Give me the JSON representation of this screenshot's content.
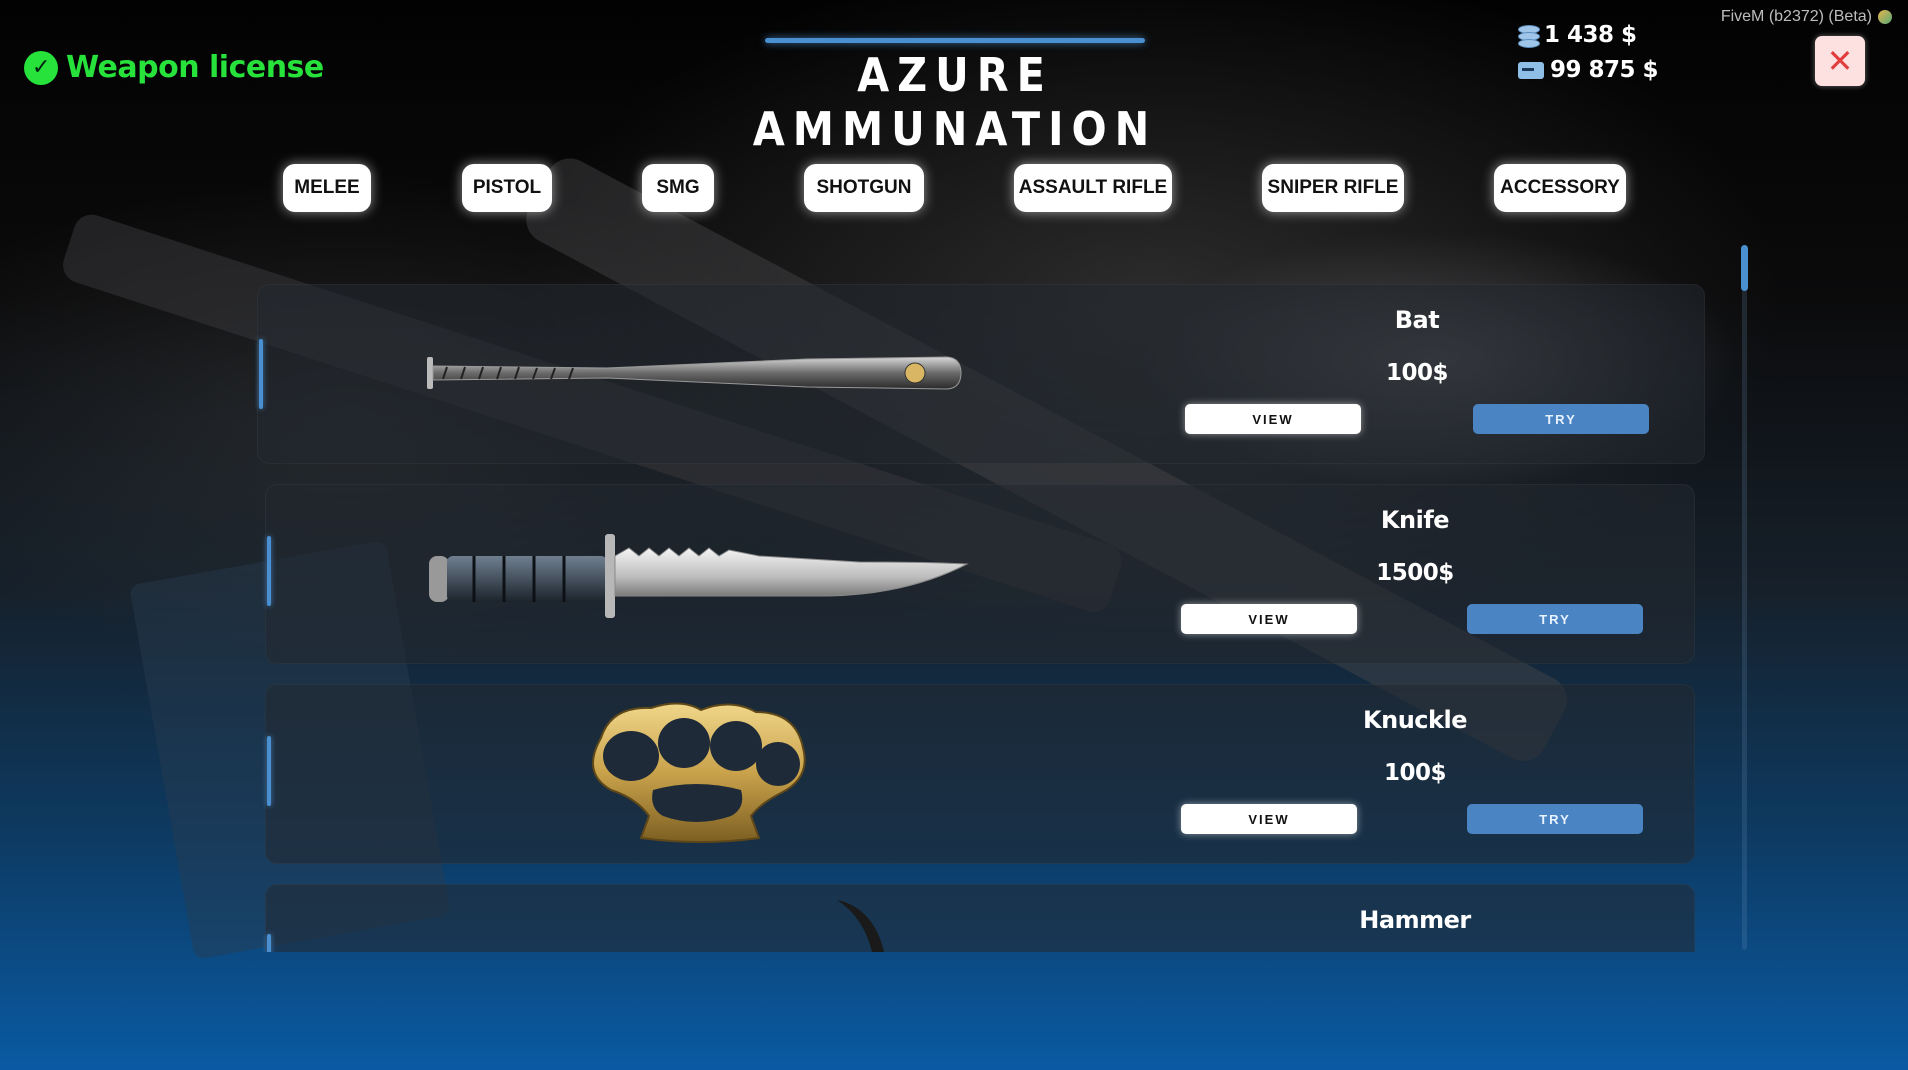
{
  "window": {
    "app_label": "FiveM (b2372) (Beta)"
  },
  "license": {
    "label": "Weapon license",
    "color": "#27e23a"
  },
  "title": "AZURE AMMUNATION",
  "wallet": {
    "bank": "1 438 $",
    "cash": "99 875 $"
  },
  "close_label": "✕",
  "tabs": [
    {
      "label": "MELEE"
    },
    {
      "label": "PISTOL"
    },
    {
      "label": "SMG"
    },
    {
      "label": "SHOTGUN"
    },
    {
      "label": "ASSAULT RIFLE"
    },
    {
      "label": "SNIPER RIFLE"
    },
    {
      "label": "ACCESSORY"
    }
  ],
  "items": [
    {
      "name": "Bat",
      "price": "100$",
      "view_label": "VIEW",
      "try_label": "TRY",
      "icon": "bat-icon"
    },
    {
      "name": "Knife",
      "price": "1500$",
      "view_label": "VIEW",
      "try_label": "TRY",
      "icon": "knife-icon"
    },
    {
      "name": "Knuckle",
      "price": "100$",
      "view_label": "VIEW",
      "try_label": "TRY",
      "icon": "knuckle-icon"
    },
    {
      "name": "Hammer",
      "icon": "hammer-icon"
    }
  ],
  "colors": {
    "accent": "#4a8fd0",
    "try_button": "#4a84c3",
    "close": "#e23c3c"
  }
}
